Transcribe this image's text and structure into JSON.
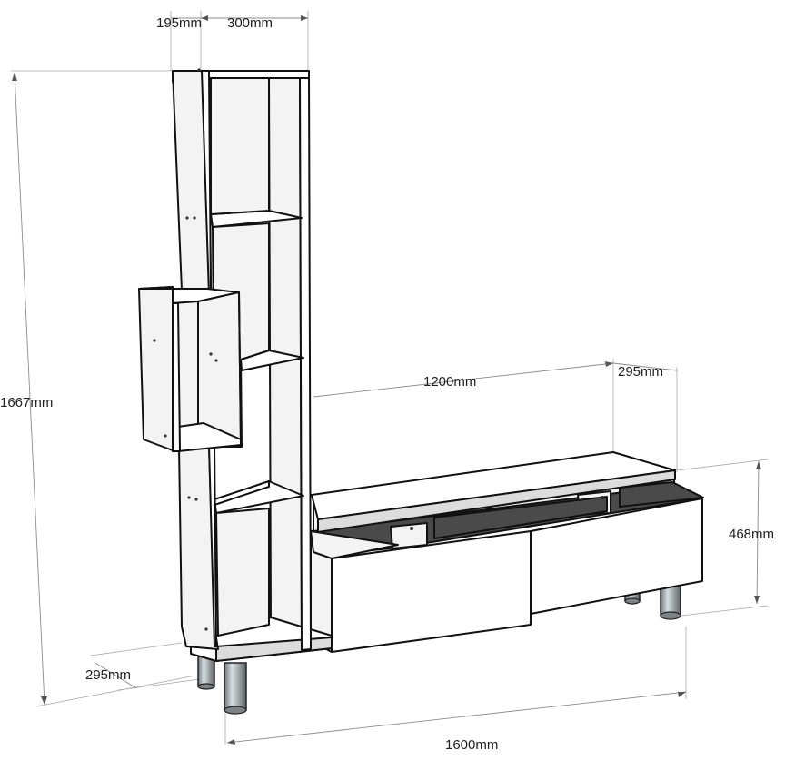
{
  "dimensions": {
    "depth_top": "195mm",
    "width_top": "300mm",
    "height_total": "1667mm",
    "width_tv": "1200mm",
    "depth_tv_top": "295mm",
    "height_tv": "468mm",
    "depth_bottom": "295mm",
    "width_total": "1600mm"
  },
  "colors": {
    "outline": "#111111",
    "panel": "#f3f3f3",
    "interior_dark": "#4a4a4a",
    "leg_metal": "#9aa3a8",
    "dimension_line": "#8c8c8c"
  }
}
